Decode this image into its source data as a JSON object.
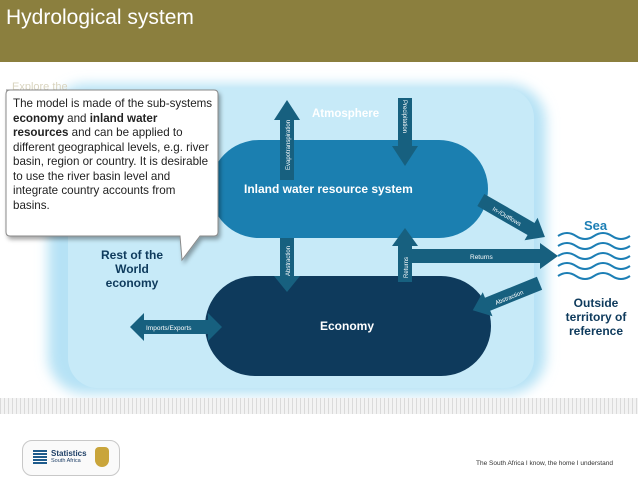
{
  "header": {
    "title": "Hydrological system"
  },
  "ghost_text": "Explore the",
  "callout": {
    "seg1": "The model is made of the sub-systems ",
    "bold1": "economy",
    "seg2": " and ",
    "bold2": "inland water resources",
    "seg3": " and can be applied to different geographical levels, e.g. river basin, region or country. It is desirable to use the river basin level and integrate country accounts from basins."
  },
  "diagram": {
    "atmosphere": "Atmosphere",
    "inland_water": "Inland water resource system",
    "economy": "Economy",
    "sea": "Sea",
    "rest_of_world": [
      "Rest of the",
      "World",
      "economy"
    ],
    "outside": [
      "Outside",
      "territory of",
      "reference"
    ],
    "arrows": {
      "evapotranspiration": "Evapotranspiration",
      "precipitation": "Precipitation",
      "abstraction_down": "Abstraction",
      "returns_up": "Returns",
      "returns_right": "Returns",
      "inflows_outflows": "In-/Outflows",
      "abstraction_sea": "Abstraction",
      "imports_exports": "Imports/Exports"
    },
    "colors": {
      "atmosphere_bg": "#b6e2f5",
      "inland": "#1b7fb0",
      "economy": "#0e3a5c",
      "arrow": "#17607f",
      "sea": "#1d7fb5"
    }
  },
  "footer": {
    "logo_text": [
      "Statistics",
      "South Africa"
    ],
    "tagline": "The South Africa I know, the home I understand"
  }
}
